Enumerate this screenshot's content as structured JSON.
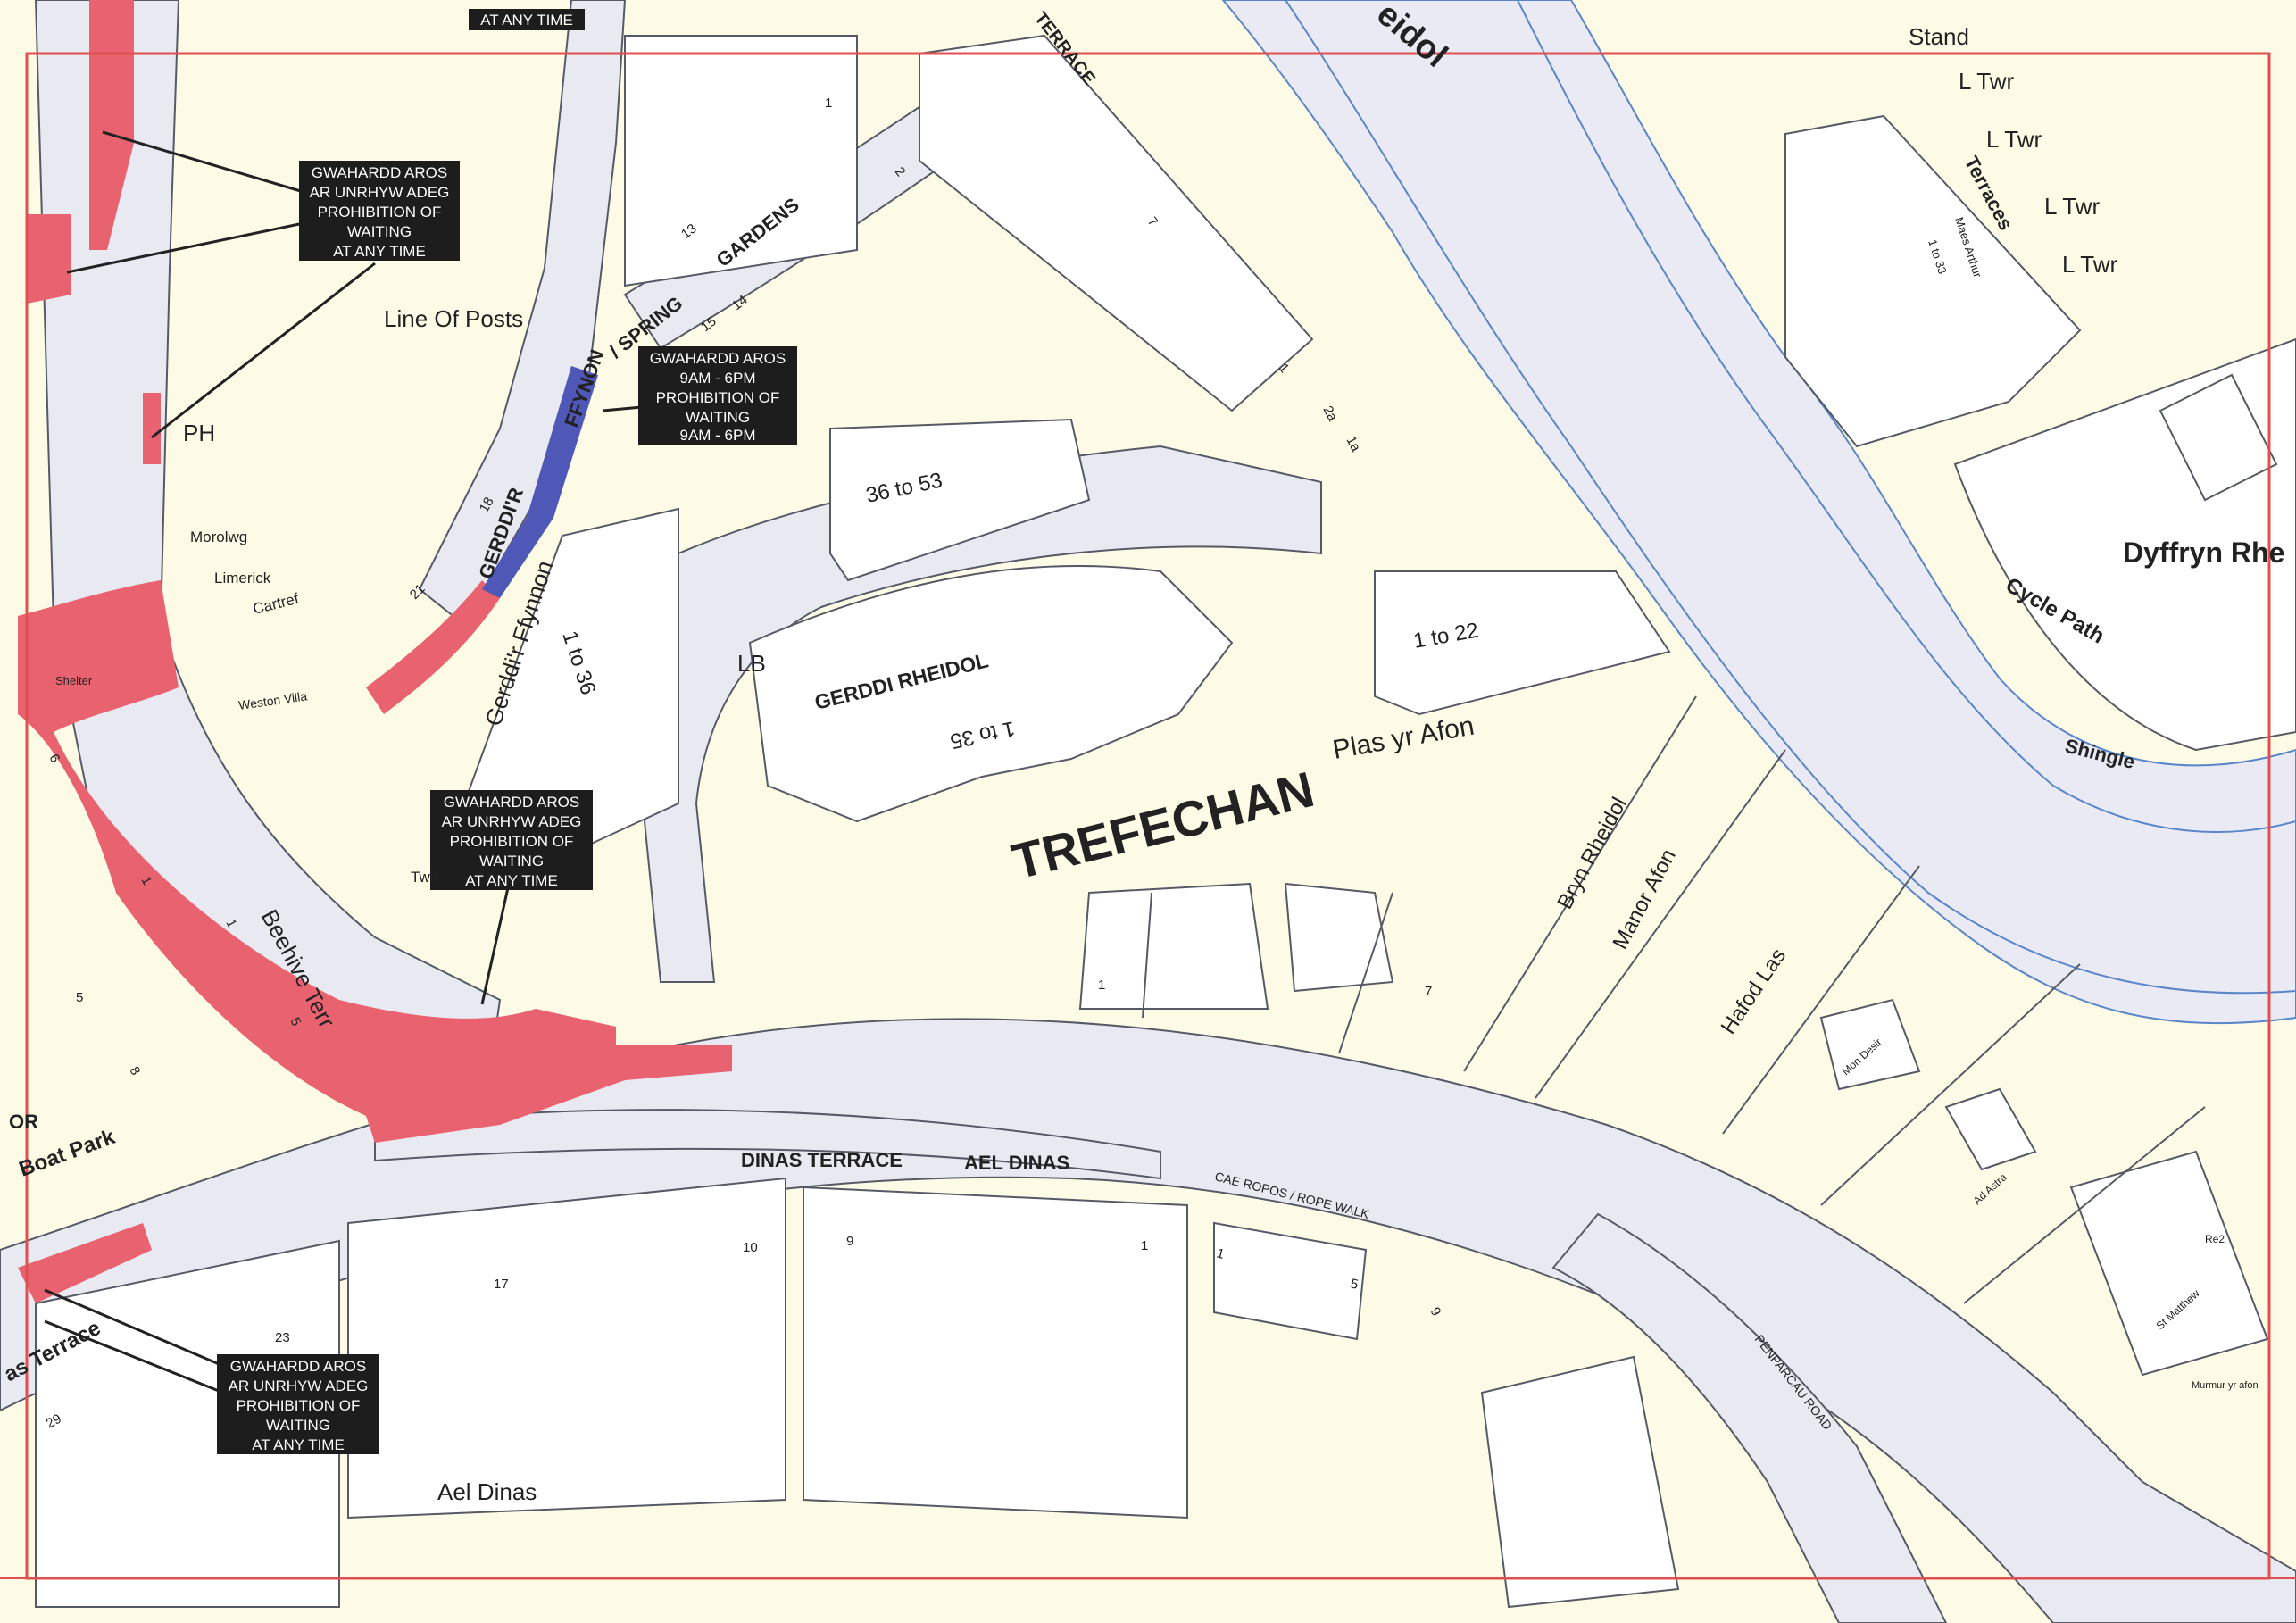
{
  "colors": {
    "river": "#e9eaf4",
    "road": "#e9e9f2",
    "land": "#fdfbe6",
    "verge": "#f4f0cc",
    "no_waiting": "#e8626f",
    "limited_waiting": "#4f58b7",
    "border": "#e05050",
    "outline": "#555a66",
    "waterline": "#5a86c8"
  },
  "labels": {
    "trefechan": "TREFECHAN",
    "plas_yr_afon": "Plas yr Afon",
    "gerddi_rheidol": "GERDDI RHEIDOL",
    "dinas_terrace": "DINAS TERRACE",
    "ael_dinas_road": "AEL DINAS",
    "ael_dinas": "Ael Dinas",
    "cae_ropos": "CAE ROPOS / ROPE WALK",
    "penparcau_road": "PENPARCAU ROAD",
    "bryn_rheidol": "Bryn Rheidol",
    "manor_afon": "Manor Afon",
    "hafod_las": "Hafod Las",
    "dyffryn": "Dyffryn Rhe",
    "cycle_path": "Cycle Path",
    "shingle": "Shingle",
    "stand": "Stand",
    "ltwr": "L Twr",
    "terraces": "Terraces",
    "rheidol": "eidol",
    "terrace_top": "TERRACE",
    "spring_gardens": "GARDENS",
    "spring": "/ SPRING",
    "gerddi_ffynnon_road": "GERDDI'R",
    "ffynon": "FFYNON",
    "gerddi_ffynnon": "Gerddi'r Ffynnon",
    "beehive": "Beehive Terr",
    "boat_park": "Boat Park",
    "dinas_terrace_left": "as Terrace",
    "line_of_posts": "Line Of Posts",
    "ph": "PH",
    "lb": "LB",
    "morolwg": "Morolwg",
    "limerick": "Limerick",
    "cartref": "Cartref",
    "shelter": "Shelter",
    "weston_villa": "Weston Villa",
    "twll": "Twll",
    "or": "OR",
    "blocks": {
      "b3653": "36 to 53",
      "b122": "1 to 22",
      "b135": "1 to 35",
      "b136": "1 to 36",
      "b133": "1 to 33"
    },
    "maes_arthur": "Maes Arthur",
    "mon_desir": "Mon Desir",
    "ad_astra": "Ad Astra",
    "st_matthew": "St Matthew",
    "re2": "Re2",
    "murmur": "Murmur yr afon",
    "house_numbers": {
      "n1_top": "1",
      "n13": "13",
      "n2": "2",
      "n7": "7",
      "n14": "14",
      "n15": "15",
      "n1b": "1",
      "n2a": "2a",
      "n1a": "1a",
      "n18": "18",
      "n21": "21",
      "n6": "6",
      "n1c": "1",
      "n1d": "1",
      "n5": "5",
      "n8": "8",
      "n5b": "5",
      "n1e": "1",
      "n7b": "7",
      "n10": "10",
      "n9": "9",
      "n1f": "1",
      "n17": "17",
      "n23": "23",
      "n29": "29",
      "n1g": "1",
      "n5c": "5",
      "n9b": "9"
    }
  },
  "notices": {
    "no_waiting_top_fragment": "AT ANY TIME",
    "no_waiting": [
      "GWAHARDD AROS",
      "AR UNRHYW ADEG",
      "PROHIBITION OF",
      "WAITING",
      "AT ANY TIME"
    ],
    "limited_waiting": [
      "GWAHARDD AROS",
      "9AM - 6PM",
      "PROHIBITION OF",
      "WAITING",
      "9AM - 6PM"
    ]
  }
}
